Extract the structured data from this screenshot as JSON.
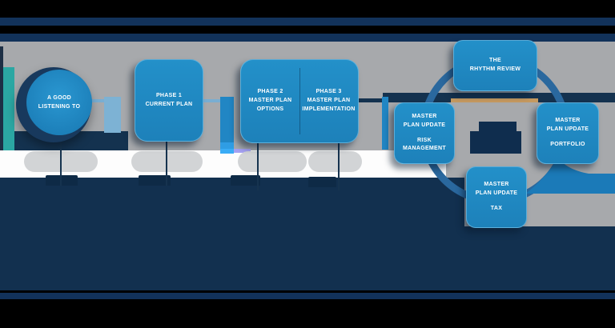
{
  "slide": {
    "type": "process-cycle-diagram",
    "colors": {
      "background_gray": "#a7a9ac",
      "navy": "#13304f",
      "navy_bar": "#12325a",
      "node_blue": "#1f86bf",
      "node_blue_light": "#2592cb",
      "teal_accent": "#2ba7a3",
      "light_blue_bar": "#7db2d4",
      "bright_blue_accent": "#3aacf6",
      "lavender_accent": "#a6a2f2",
      "tan_accent": "#c69a60",
      "ring_blue": "#2a689e",
      "swoosh_blue": "#1b7ab8",
      "pill_gray": "#d2d4d6",
      "text_white": "#ffffff"
    },
    "timeline": {
      "listening": "A GOOD\nLISTENING TO",
      "phase1": "PHASE 1\nCURRENT PLAN",
      "phase2": "PHASE 2\nMASTER PLAN\nOPTIONS",
      "phase3": "PHASE 3\nMASTER PLAN\nIMPLEMENTATION"
    },
    "cycle": {
      "rhythm": "THE\nRHYTHM REVIEW",
      "risk_top": "MASTER\nPLAN UPDATE",
      "risk_bottom": "RISK\nMANAGEMENT",
      "portfolio_top": "MASTER\nPLAN UPDATE",
      "portfolio_bottom": "PORTFOLIO",
      "tax_top": "MASTER\nPLAN UPDATE",
      "tax_bottom": "TAX"
    }
  }
}
